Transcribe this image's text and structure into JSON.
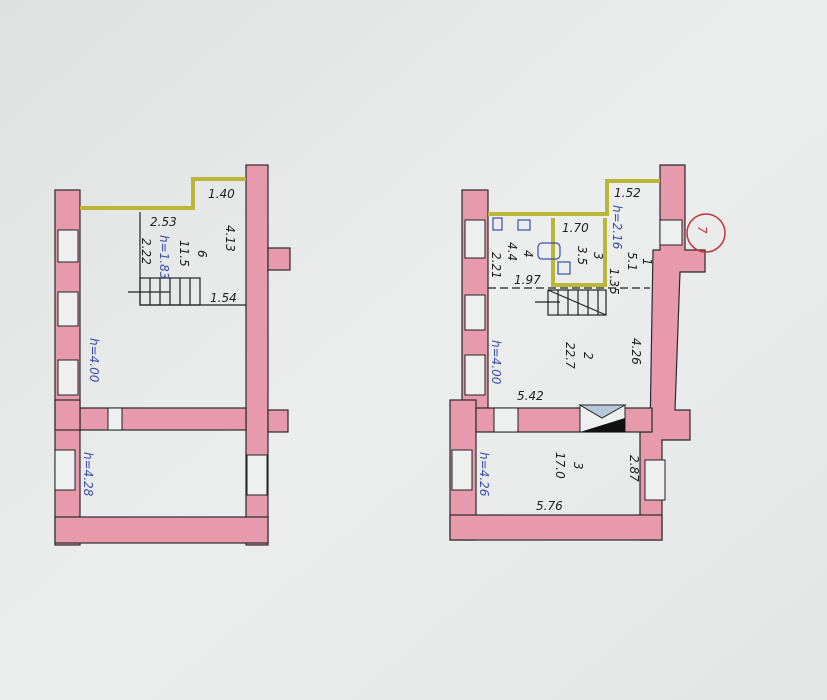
{
  "left_plan": {
    "room_number": "6",
    "room_area": "11.5",
    "dims": {
      "top": "1.40",
      "upper_width": "2.53",
      "depth": "2.22",
      "right": "4.13",
      "stair": "1.54"
    },
    "heights": {
      "room_6": "h=1.83",
      "upper": "h=4.00",
      "lower": "h=4.28"
    }
  },
  "right_plan": {
    "sheet_mark": "7",
    "rooms": [
      {
        "number": "1",
        "area": "5.1"
      },
      {
        "number": "2",
        "area": "22.7"
      },
      {
        "number": "3",
        "area": "17.0"
      },
      {
        "number": "3",
        "area": "3.5"
      },
      {
        "number": "4",
        "area": "4.4"
      }
    ],
    "dims": {
      "top": "1.52",
      "bath": "1.70",
      "small": "1.35",
      "r4_depth": "2.21",
      "r4_width": "1.97",
      "r2_depth": "4.26",
      "r2_width": "5.42",
      "r3_depth": "2.87",
      "r3_width": "5.76"
    },
    "heights": {
      "room_1": "h=2.16",
      "upper": "h=4.00",
      "lower": "h=4.26"
    }
  },
  "colors": {
    "wall": "#e79aab",
    "partition": "#b9b63a",
    "note": "#3b4fa8",
    "mark": "#c0343a"
  }
}
